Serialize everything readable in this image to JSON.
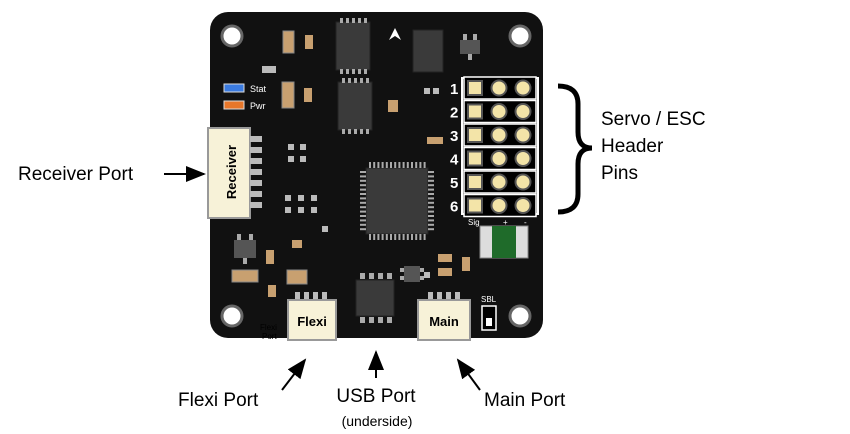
{
  "labels": {
    "receiver_port": "Receiver Port",
    "servo_line1": "Servo / ESC",
    "servo_line2": "Header",
    "servo_line3": "Pins",
    "flexi_port": "Flexi Port",
    "usb_port": "USB Port",
    "usb_sub": "(underside)",
    "main_port": "Main Port"
  },
  "board": {
    "stat_led": "Stat",
    "pwr_led": "Pwr",
    "receiver_connector": "Receiver",
    "flexi_connector": "Flexi",
    "main_connector": "Main",
    "flexi_port_small_1": "Flexi",
    "flexi_port_small_2": "Port",
    "sbl": "SBL",
    "pin_numbers": [
      "1",
      "2",
      "3",
      "4",
      "5",
      "6"
    ],
    "sig_label": "Sig",
    "plus_label": "+",
    "minus_label": "-"
  },
  "colors": {
    "board": "#111111",
    "connector": "#f7f2d8",
    "component_tan": "#c8a070",
    "led_blue": "#3b7be0",
    "led_orange": "#e8772a",
    "inductor_green": "#1f6b2a"
  }
}
